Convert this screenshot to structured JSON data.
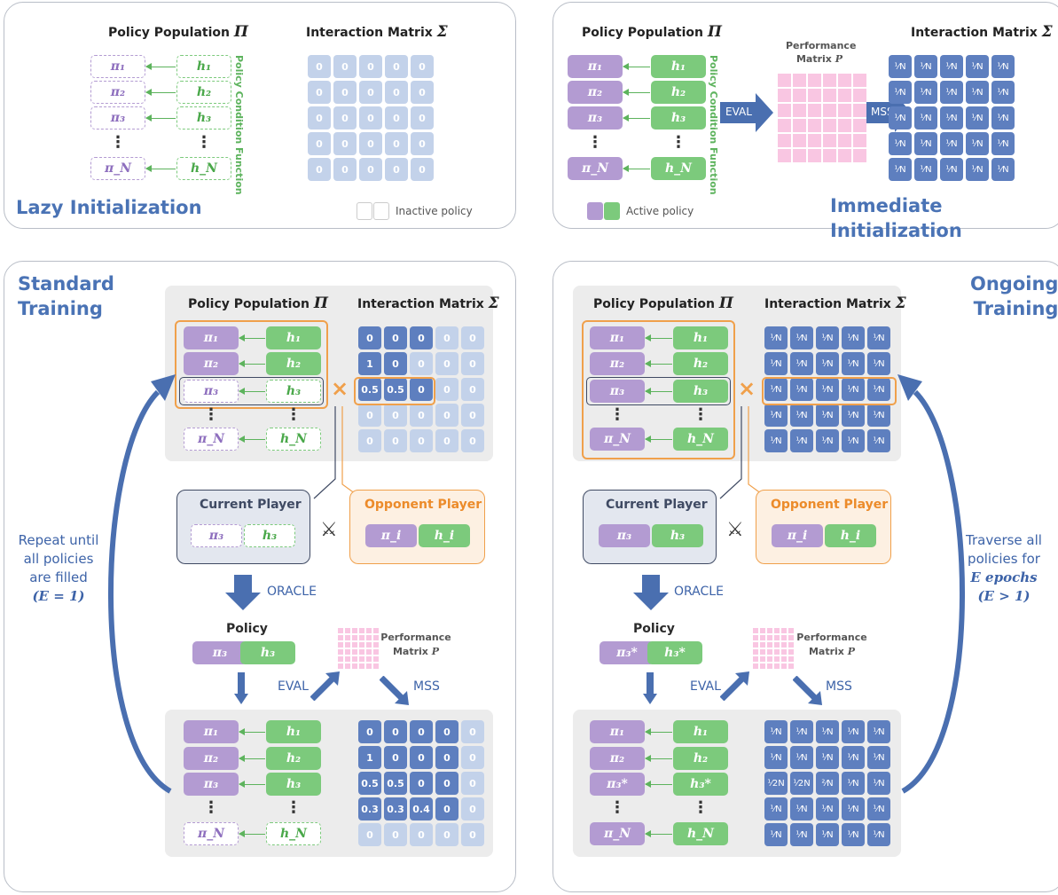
{
  "headers": {
    "population": "Policy Population",
    "population_sym": "Π",
    "interaction": "Interaction Matrix",
    "interaction_sym": "Σ",
    "performance": "Performance",
    "performance2": "Matrix",
    "performance_sym": "P",
    "policy": "Policy"
  },
  "policy_condition_function": "Policy Condition Function",
  "panels": {
    "lazy_title": "Lazy Initialization",
    "immediate_title": "Immediate Initialization",
    "standard_title": "Standard\nTraining",
    "ongoing_title": "Ongoing\nTraining"
  },
  "legend": {
    "inactive": "Inactive policy",
    "active": "Active policy"
  },
  "ops": {
    "eval": "EVAL",
    "mss": "MSS",
    "oracle": "ORACLE"
  },
  "players": {
    "current": "Current Player",
    "opponent": "Opponent Player"
  },
  "side_text": {
    "standard": [
      "Repeat until",
      "all policies",
      "are filled",
      "(E = 1)"
    ],
    "ongoing": [
      "Traverse all",
      "policies for",
      "E epochs",
      "(E > 1)"
    ]
  },
  "policies": {
    "pi": [
      "π1",
      "π2",
      "π3",
      "⋮",
      "πN"
    ],
    "h": [
      "h1",
      "h2",
      "h3",
      "⋮",
      "hN"
    ]
  },
  "labels": {
    "pi1": "π₁",
    "pi2": "π₂",
    "pi3": "π₃",
    "piN": "π_N",
    "pii": "π_i",
    "pi3s": "π₃*",
    "h1": "h₁",
    "h2": "h₂",
    "h3": "h₃",
    "hN": "h_N",
    "hi": "h_i",
    "h3s": "h₃*",
    "vdots": "⋮",
    "inv": "¹⁄N",
    "inv2n": "¹⁄2N",
    "two_n": "²⁄N"
  },
  "matrices": {
    "lazy": [
      [
        "0",
        "0",
        "0",
        "0",
        "0"
      ],
      [
        "0",
        "0",
        "0",
        "0",
        "0"
      ],
      [
        "0",
        "0",
        "0",
        "0",
        "0"
      ],
      [
        "0",
        "0",
        "0",
        "0",
        "0"
      ],
      [
        "0",
        "0",
        "0",
        "0",
        "0"
      ]
    ],
    "standard_top": [
      [
        "0",
        "0",
        "0",
        "0",
        "0"
      ],
      [
        "1",
        "0",
        "0",
        "0",
        "0"
      ],
      [
        "0.5",
        "0.5",
        "0",
        "0",
        "0"
      ],
      [
        "0",
        "0",
        "0",
        "0",
        "0"
      ],
      [
        "0",
        "0",
        "0",
        "0",
        "0"
      ]
    ],
    "standard_bottom": [
      [
        "0",
        "0",
        "0",
        "0",
        "0"
      ],
      [
        "1",
        "0",
        "0",
        "0",
        "0"
      ],
      [
        "0.5",
        "0.5",
        "0",
        "0",
        "0"
      ],
      [
        "0.3",
        "0.3",
        "0.4",
        "0",
        "0"
      ],
      [
        "0",
        "0",
        "0",
        "0",
        "0"
      ]
    ]
  },
  "colors": {
    "purple": "#b39bd2",
    "green": "#7cca7c",
    "blue": "#5e7fbf",
    "light_blue": "#c3d2ea",
    "pink": "#f9c6e2",
    "orange": "#f0a04b",
    "title_blue": "#4a73b5"
  }
}
